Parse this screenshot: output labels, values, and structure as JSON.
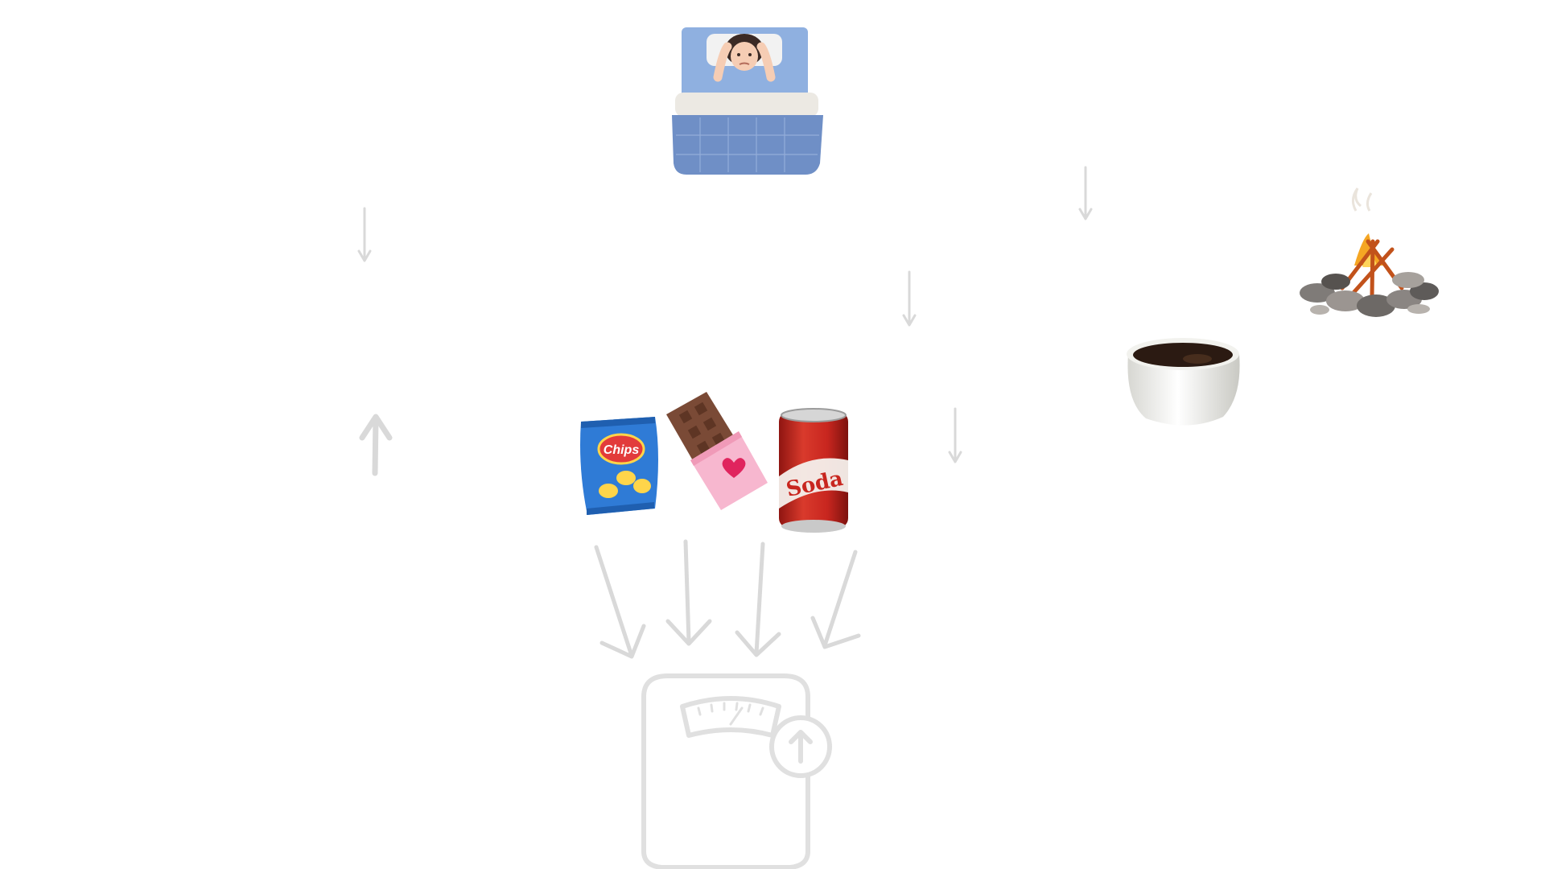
{
  "diagram": {
    "nodes": [
      {
        "id": "insomnia",
        "icon": "person-in-bed-awake-icon"
      },
      {
        "id": "campfire",
        "icon": "campfire-icon"
      },
      {
        "id": "coffee",
        "icon": "coffee-cup-icon"
      },
      {
        "id": "junk-food",
        "icon": "junk-food-group-icon"
      },
      {
        "id": "weight-gain",
        "icon": "weight-scale-up-icon"
      }
    ],
    "snacks": {
      "chips_label": "Chips",
      "soda_label": "Soda"
    },
    "colors": {
      "arrow": "#d9d9d9",
      "blanket": "#6f8fc6",
      "pillow_bg": "#8fb0e0",
      "chips_bag": "#2f7bd6",
      "chips_badge": "#e23b3b",
      "chocolate": "#7a4a36",
      "wrapper": "#f7b7cf",
      "soda_can": "#c8261f",
      "coffee": "#2b1a12"
    }
  }
}
